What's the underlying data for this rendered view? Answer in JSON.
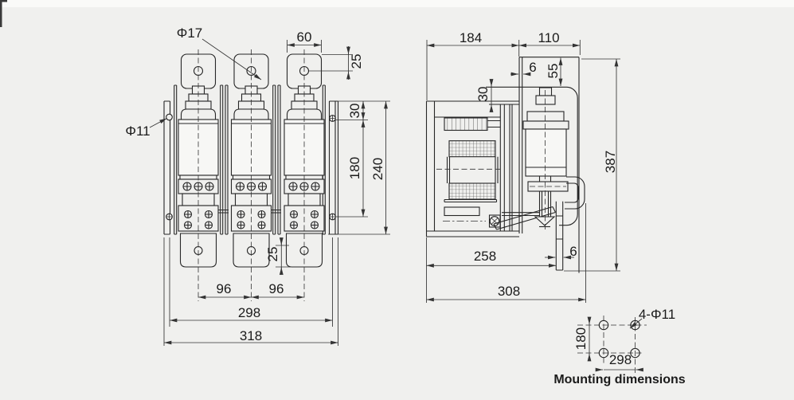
{
  "drawing": {
    "front": {
      "phi17": "Φ17",
      "phi11": "Φ11",
      "d60": "60",
      "d25_top": "25",
      "d30": "30",
      "d180": "180",
      "d240": "240",
      "d25_bottom": "25",
      "d96_left": "96",
      "d96_right": "96",
      "d298": "298",
      "d318": "318"
    },
    "side": {
      "d184": "184",
      "d110": "110",
      "d6_top": "6",
      "d55": "55",
      "d30": "30",
      "d387": "387",
      "d258": "258",
      "d6_bottom": "6",
      "d308": "308"
    },
    "mounting": {
      "holes_label": "4-Φ11",
      "d180": "180",
      "d298": "298",
      "caption": "Mounting dimensions"
    }
  }
}
